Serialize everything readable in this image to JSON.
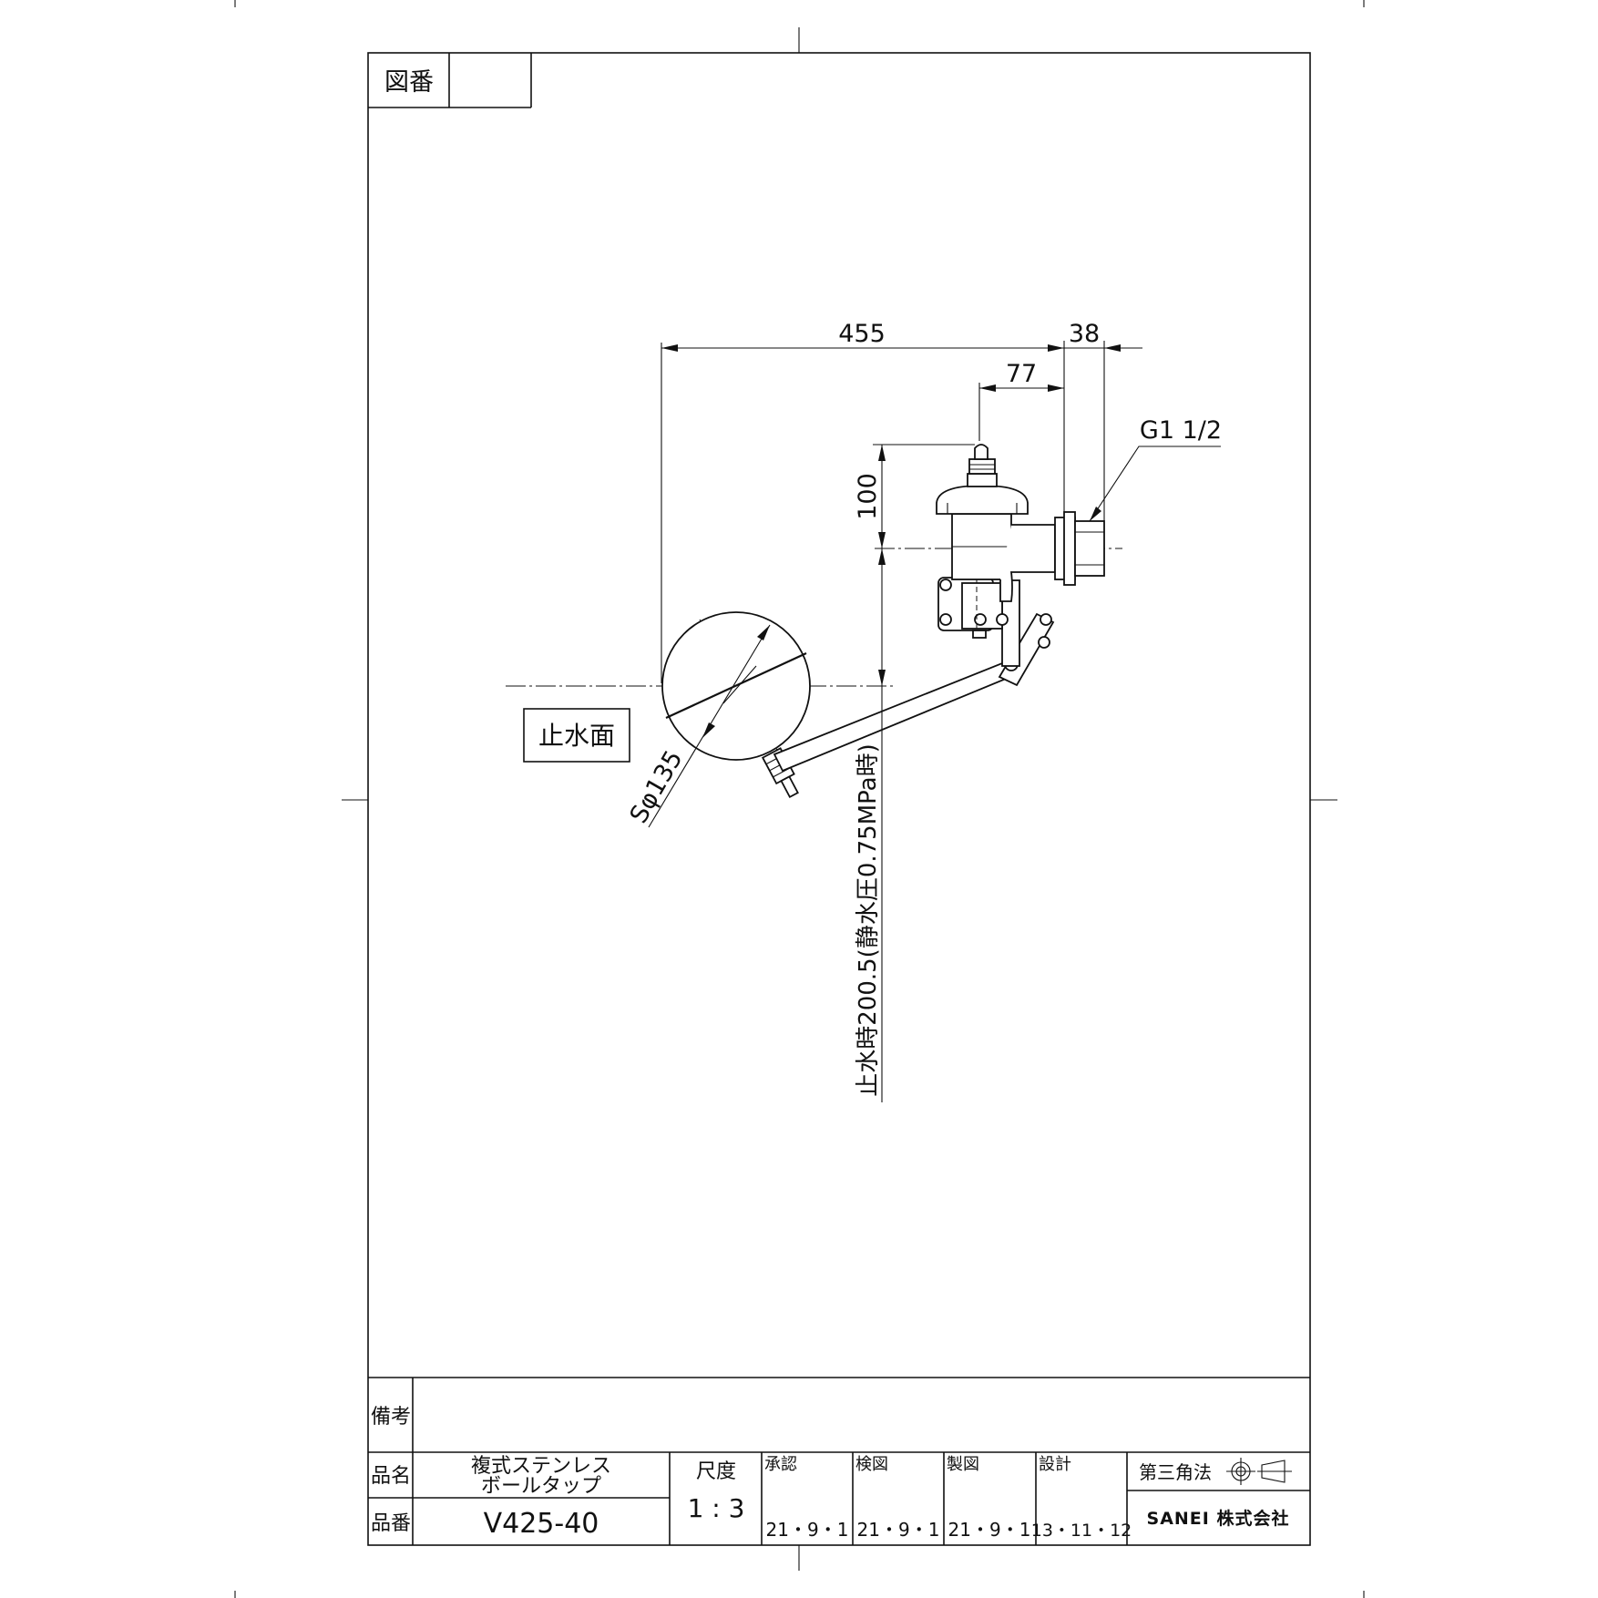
{
  "header": {
    "zuban_label": "図番",
    "zuban_value": ""
  },
  "drawing": {
    "dim_455": "455",
    "dim_38": "38",
    "dim_77": "77",
    "dim_100": "100",
    "thread": "G1 1/2",
    "ball_dia": "Sφ135",
    "water_level_label": "止水面",
    "stop_height": "止水時200.5(静水圧0.75MPa時)"
  },
  "title_block": {
    "remarks_label": "備考",
    "remarks_value": "",
    "name_label": "品名",
    "product_name_line1": "複式ステンレス",
    "product_name_line2": "ボールタップ",
    "number_label": "品番",
    "product_number": "V425-40",
    "scale_label": "尺度",
    "scale_value": "1 : 3",
    "approve_label": "承認",
    "approve_date": "21・9・1",
    "check_label": "検図",
    "check_date": "21・9・1",
    "draw_label": "製図",
    "draw_date": "21・9・1",
    "design_label": "設計",
    "design_date": "13・11・12",
    "projection_label": "第三角法",
    "company": "SANEI 株式会社"
  }
}
